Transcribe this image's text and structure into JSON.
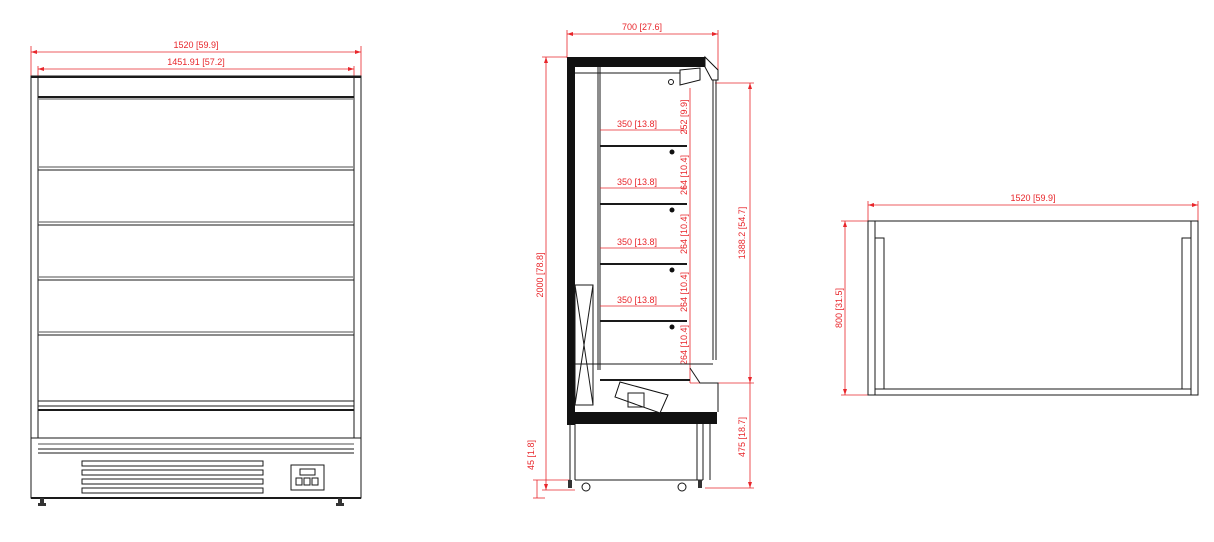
{
  "drawing": {
    "color_dimension": "#e8262b",
    "color_line": "#1a1a1a",
    "units_note": "mm [inch]"
  },
  "front_view": {
    "overall_width": "1520 [59.9]",
    "inner_width": "1451.91 [57.2]",
    "shelf_count": 5,
    "control_panel_icon": "control-panel-icon",
    "vent_icon": "vent-grille-icon"
  },
  "side_view": {
    "depth": "700 [27.6]",
    "overall_height": "2000 [78.8]",
    "display_height": "1388.2 [54.7]",
    "base_height": "475 [18.7]",
    "foot_height": "45 [1.8]",
    "shelves": [
      {
        "depth": "350 [13.8]",
        "spacing": "252 [9.9]"
      },
      {
        "depth": "350 [13.8]",
        "spacing": "264 [10.4]"
      },
      {
        "depth": "350 [13.8]",
        "spacing": "264 [10.4]"
      },
      {
        "depth": "350 [13.8]",
        "spacing": "264 [10.4]"
      },
      {
        "depth": "",
        "spacing": "264 [10.4]"
      }
    ]
  },
  "top_view": {
    "width": "1520 [59.9]",
    "depth": "800 [31.5]"
  }
}
